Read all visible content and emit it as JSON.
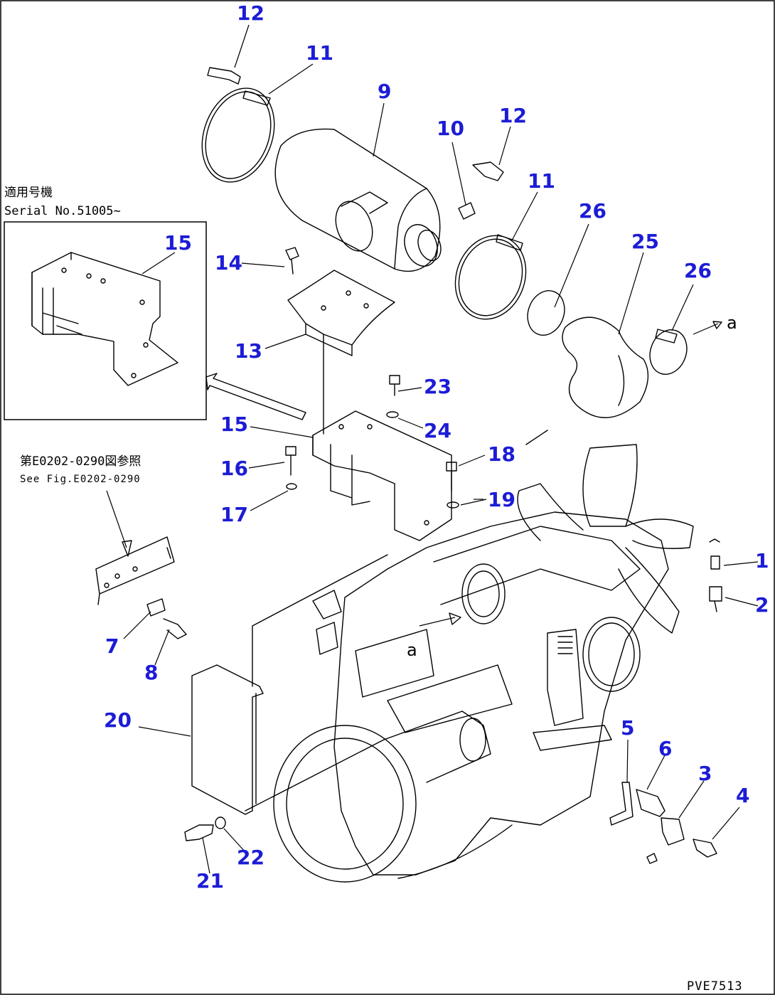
{
  "callouts": [
    "1",
    "2",
    "3",
    "4",
    "5",
    "6",
    "7",
    "8",
    "9",
    "10",
    "11",
    "11",
    "12",
    "12",
    "13",
    "14",
    "15",
    "15",
    "16",
    "17",
    "18",
    "19",
    "20",
    "21",
    "22",
    "23",
    "24",
    "25",
    "26",
    "26"
  ],
  "notes": {
    "serial_title": "適用号機",
    "serial_value": "Serial No.51005~",
    "ref_jp": "第E0202-0290図参照",
    "ref_en": "See Fig.E0202-0290"
  },
  "view_marks": [
    "a",
    "a"
  ],
  "drawing_code": "PVE7513",
  "colors": {
    "callout": "#1c1cd6",
    "lines": "#000000"
  }
}
